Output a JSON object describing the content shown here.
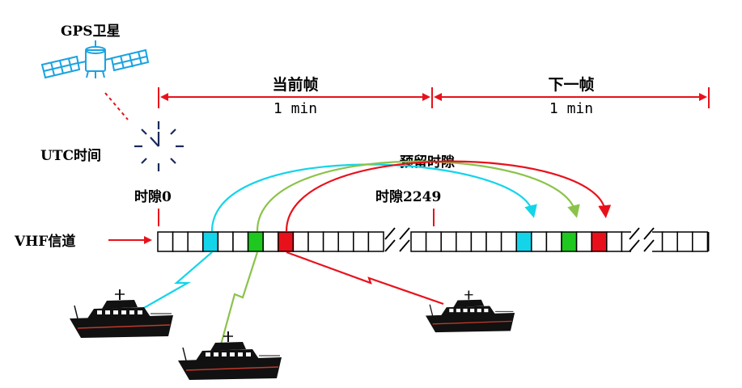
{
  "satellite": {
    "label": "GPS卫星",
    "icon": "satellite-icon",
    "color": "#1aa3e0"
  },
  "clock": {
    "label": "UTC时间",
    "icon": "clock-icon"
  },
  "frames": {
    "current": {
      "title": "当前帧",
      "duration": "1 min"
    },
    "next": {
      "title": "下一帧",
      "duration": "1 min"
    }
  },
  "reserved_label": "预留时隙",
  "slot_start_label": "时隙0",
  "slot_end_label": "时隙2249",
  "channel_label": "VHF信道",
  "colors": {
    "frame_arrow": "#e8111b",
    "cyan": "#14d4ea",
    "green": "#1ec81e",
    "green_arc": "#8bc34a",
    "red": "#e8111b",
    "ship": "#111111"
  },
  "icons": [
    "satellite-icon",
    "clock-icon",
    "ship-icon",
    "ship-icon",
    "ship-icon",
    "arrow-right-icon"
  ]
}
